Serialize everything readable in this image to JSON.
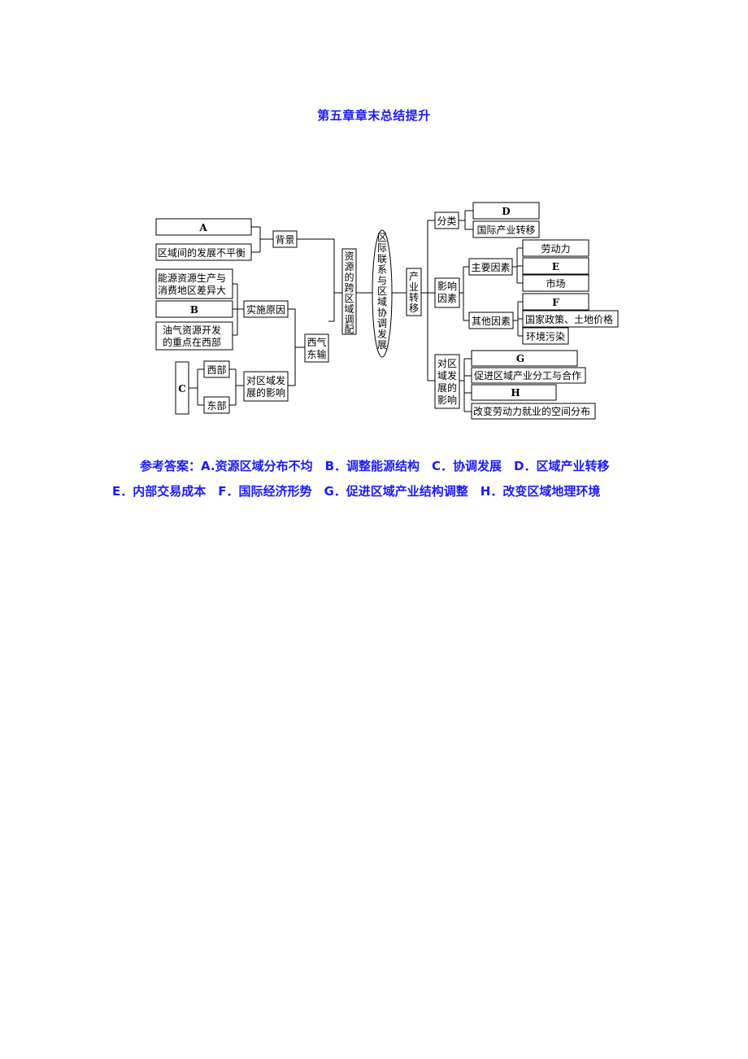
{
  "title": "第五章章末总结提升",
  "diagram": {
    "center": [
      "区",
      "际",
      "联",
      "系",
      "与",
      "区",
      "域",
      "协",
      "调",
      "发",
      "展"
    ],
    "left_branch": [
      "资",
      "源",
      "的",
      "跨",
      "区",
      "域",
      "调",
      "配"
    ],
    "right_branch": [
      "产",
      "业",
      "转",
      "移"
    ],
    "A": "A",
    "imbalance": "区域间的发展不平衡",
    "background": "背景",
    "energy_diff_1": "能源资源生产与",
    "energy_diff_2": "消费地区差异大",
    "B": "B",
    "oil_gas_1": "油气资源开发",
    "oil_gas_2": "的重点在西部",
    "reasons": "实施原因",
    "xiqi_1": "西气",
    "xiqi_2": "东输",
    "C": "C",
    "west": "西部",
    "east": "东部",
    "impact_1": "对区域发",
    "impact_2": "展的影响",
    "classify": "分类",
    "D": "D",
    "intl_transfer": "国际产业转移",
    "factors_1": "影响",
    "factors_2": "因素",
    "main_factors": "主要因素",
    "labor": "劳动力",
    "E": "E",
    "market": "市场",
    "other_factors": "其他因素",
    "F": "F",
    "policy_land": "国家政策、土地价格",
    "pollution": "环境污染",
    "dev_impact": [
      "对区",
      "域发",
      "展的",
      "影响"
    ],
    "G": "G",
    "promote": "促进区域产业分工与合作",
    "H": "H",
    "labor_dist": "改变劳动力就业的空间分布"
  },
  "answers": {
    "line1": "参考答案：A.资源区域分布不均　B．调整能源结构　C．协调发展　D．区域产业转移",
    "line2": "E．内部交易成本　F．国际经济形势　G．促进区域产业结构调整　H．改变区域地理环境"
  }
}
